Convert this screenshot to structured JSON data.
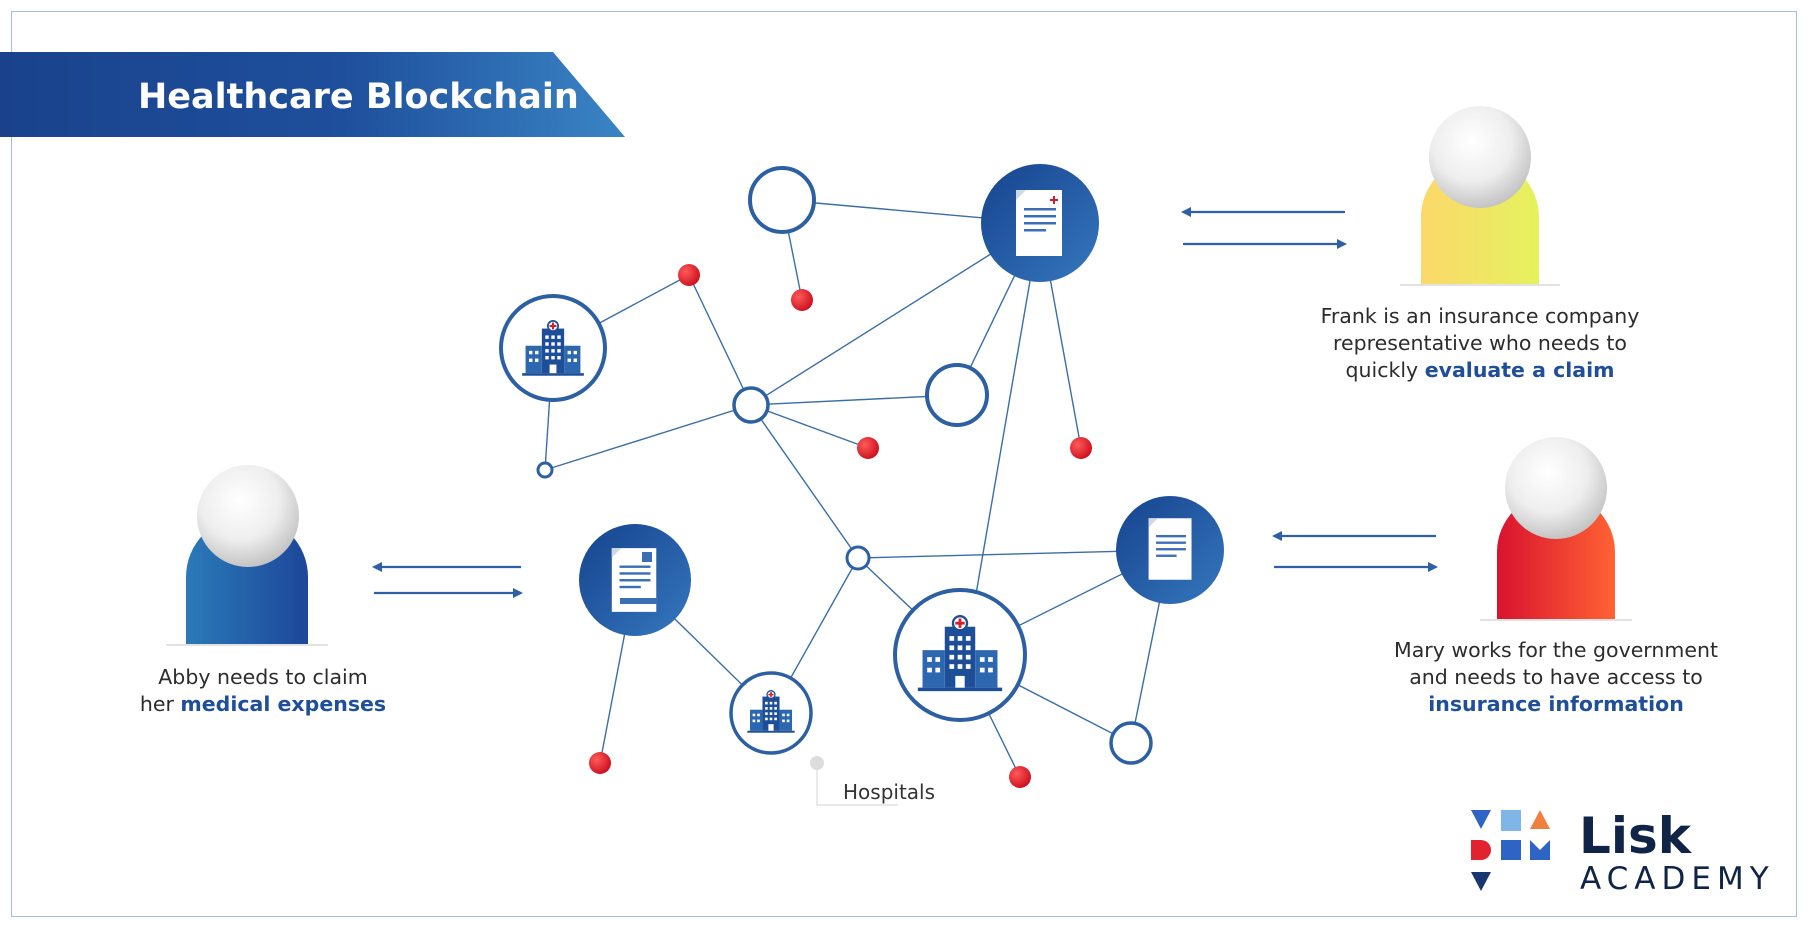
{
  "title": "Healthcare Blockchain",
  "people": [
    {
      "id": "frank",
      "line1": "Frank is an insurance company",
      "line2": "representative who needs to",
      "line3_prefix": "quickly ",
      "emphasis": "evaluate a claim"
    },
    {
      "id": "mary",
      "line1": "Mary works for the government",
      "line2": "and needs to have access to",
      "line3_prefix": "",
      "emphasis": "insurance information"
    },
    {
      "id": "abby",
      "line1": "Abby needs to claim",
      "line2_prefix": "her ",
      "emphasis": "medical expenses"
    }
  ],
  "labels": {
    "hospitals": "Hospitals"
  },
  "brand": {
    "name": "Lisk",
    "product": "ACADEMY"
  },
  "colors": {
    "navy": "#1c4a93",
    "blue": "#2f64b0",
    "line": "#3a6ea8",
    "red_dot": "#e0232e",
    "frank_body": "#f2e86a",
    "mary_body": "#e31e32",
    "abby_body": "#2664a8"
  },
  "icons": {
    "document": "document-icon",
    "hospital": "hospital-icon",
    "person": "person-icon",
    "arrow": "arrow-icon",
    "logo": "lisk-academy-logo"
  }
}
